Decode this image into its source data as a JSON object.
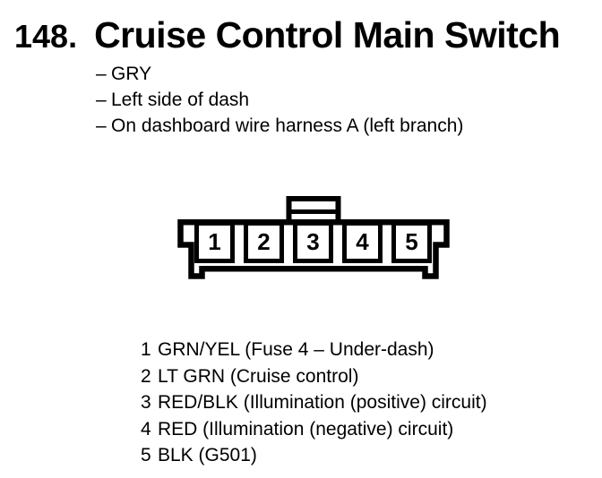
{
  "page": {
    "background_color": "#ffffff",
    "ink_color": "#000000"
  },
  "header": {
    "item_number": "148.",
    "title": "Cruise Control Main Switch"
  },
  "notes": {
    "bullet": "–",
    "items": [
      "GRY",
      "Left side of dash",
      "On dashboard wire harness A (left branch)"
    ]
  },
  "connector": {
    "type": "5-pin connector front view",
    "pins": [
      "1",
      "2",
      "3",
      "4",
      "5"
    ]
  },
  "pin_list": [
    {
      "num": "1",
      "desc": "GRN/YEL (Fuse 4 – Under-dash)"
    },
    {
      "num": "2",
      "desc": "LT GRN (Cruise control)"
    },
    {
      "num": "3",
      "desc": "RED/BLK (Illumination (positive) circuit)"
    },
    {
      "num": "4",
      "desc": "RED (Illumination (negative) circuit)"
    },
    {
      "num": "5",
      "desc": "BLK (G501)"
    }
  ]
}
